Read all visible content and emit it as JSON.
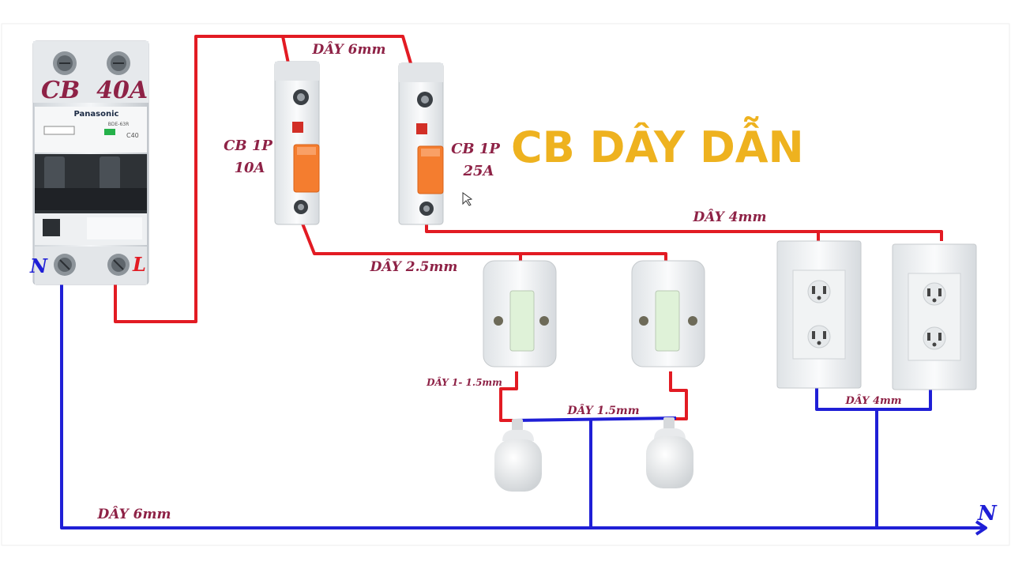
{
  "title": "CB DÂY DẪN",
  "main_breaker": {
    "label": "CB  40A",
    "brand": "Panasonic",
    "model": "BDE-63R",
    "rating_mark": "C40",
    "neutral_label": "N",
    "line_label": "L"
  },
  "cb_10a": {
    "label_line1": "CB 1P",
    "label_line2": "10A"
  },
  "cb_25a": {
    "label_line1": "CB 1P",
    "label_line2": "25A"
  },
  "wires": {
    "top": "DÂY 6mm",
    "cb25_out": "DÂY 4mm",
    "cb10_out": "DÂY 2.5mm",
    "switch_out": "DÂY 1- 1.5mm",
    "lamp_neutral": "DÂY 1.5mm",
    "socket_neutral": "DÂY 4mm",
    "main_neutral": "DÂY 6mm"
  },
  "neutral_end_label": "N",
  "colors": {
    "line_wire": "#e21b23",
    "neutral_wire": "#1f1fd6",
    "label": "#8e2246",
    "title": "#eeb21f",
    "breaker_handle": "#f47d2f",
    "breaker_body": "#e9ecef"
  }
}
